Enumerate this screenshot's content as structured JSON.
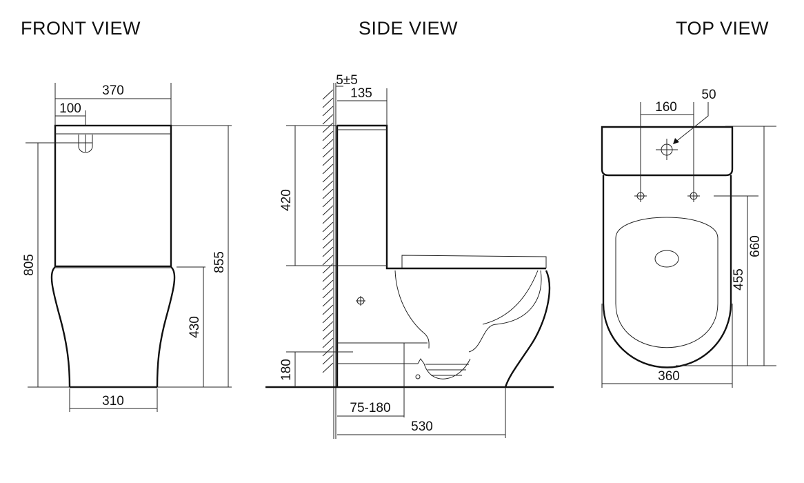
{
  "front_view": {
    "title": "FRONT VIEW",
    "dims": {
      "width_top": "370",
      "flush_offset": "100",
      "height_flush": "805",
      "height_total": "855",
      "seat_height": "430",
      "base_width": "310"
    }
  },
  "side_view": {
    "title": "SIDE VIEW",
    "dims": {
      "wall_gap": "5±5",
      "tank_depth": "135",
      "tank_height": "420",
      "inlet_height": "180",
      "outlet_setout": "75-180",
      "depth_total": "530"
    }
  },
  "top_view": {
    "title": "TOP VIEW",
    "dims": {
      "fixing_spacing": "160",
      "flush_button": "50",
      "length_total": "660",
      "bowl_length": "455",
      "width": "360"
    }
  }
}
